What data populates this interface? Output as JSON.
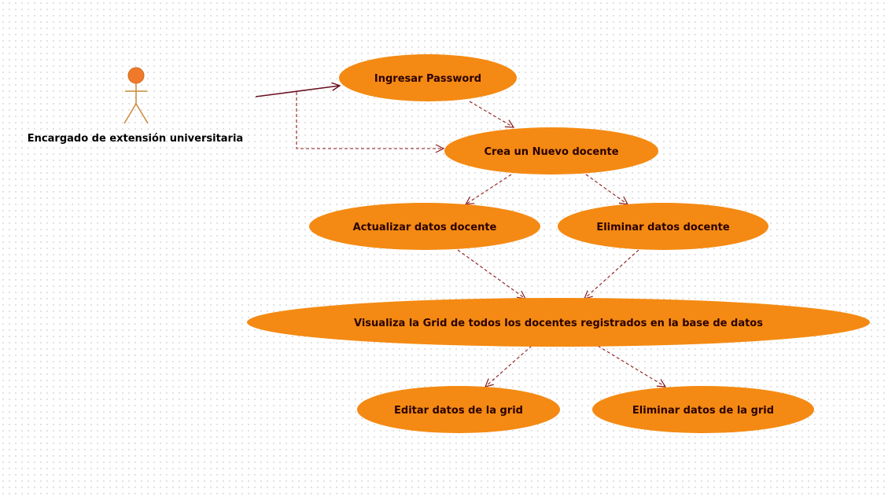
{
  "colors": {
    "usecase_fill": "#f48a13",
    "usecase_text": "#2a0000",
    "actor_head": "#f07a2a",
    "actor_stroke": "#c98a3a",
    "association": "#6b1020",
    "dependency": "#8b1a1a"
  },
  "actor": {
    "label": "Encargado de extensión universitaria",
    "icon": "stick-figure-icon"
  },
  "use_cases": {
    "ingresar_password": "Ingresar Password",
    "crea_nuevo_docente": "Crea un Nuevo docente",
    "actualizar_datos_docente": "Actualizar datos docente",
    "eliminar_datos_docente": "Eliminar datos docente",
    "visualiza_grid": "Visualiza la Grid de todos los docentes registrados en la base de datos",
    "editar_datos_grid": "Editar datos de la grid",
    "eliminar_datos_grid": "Eliminar datos de la grid"
  }
}
